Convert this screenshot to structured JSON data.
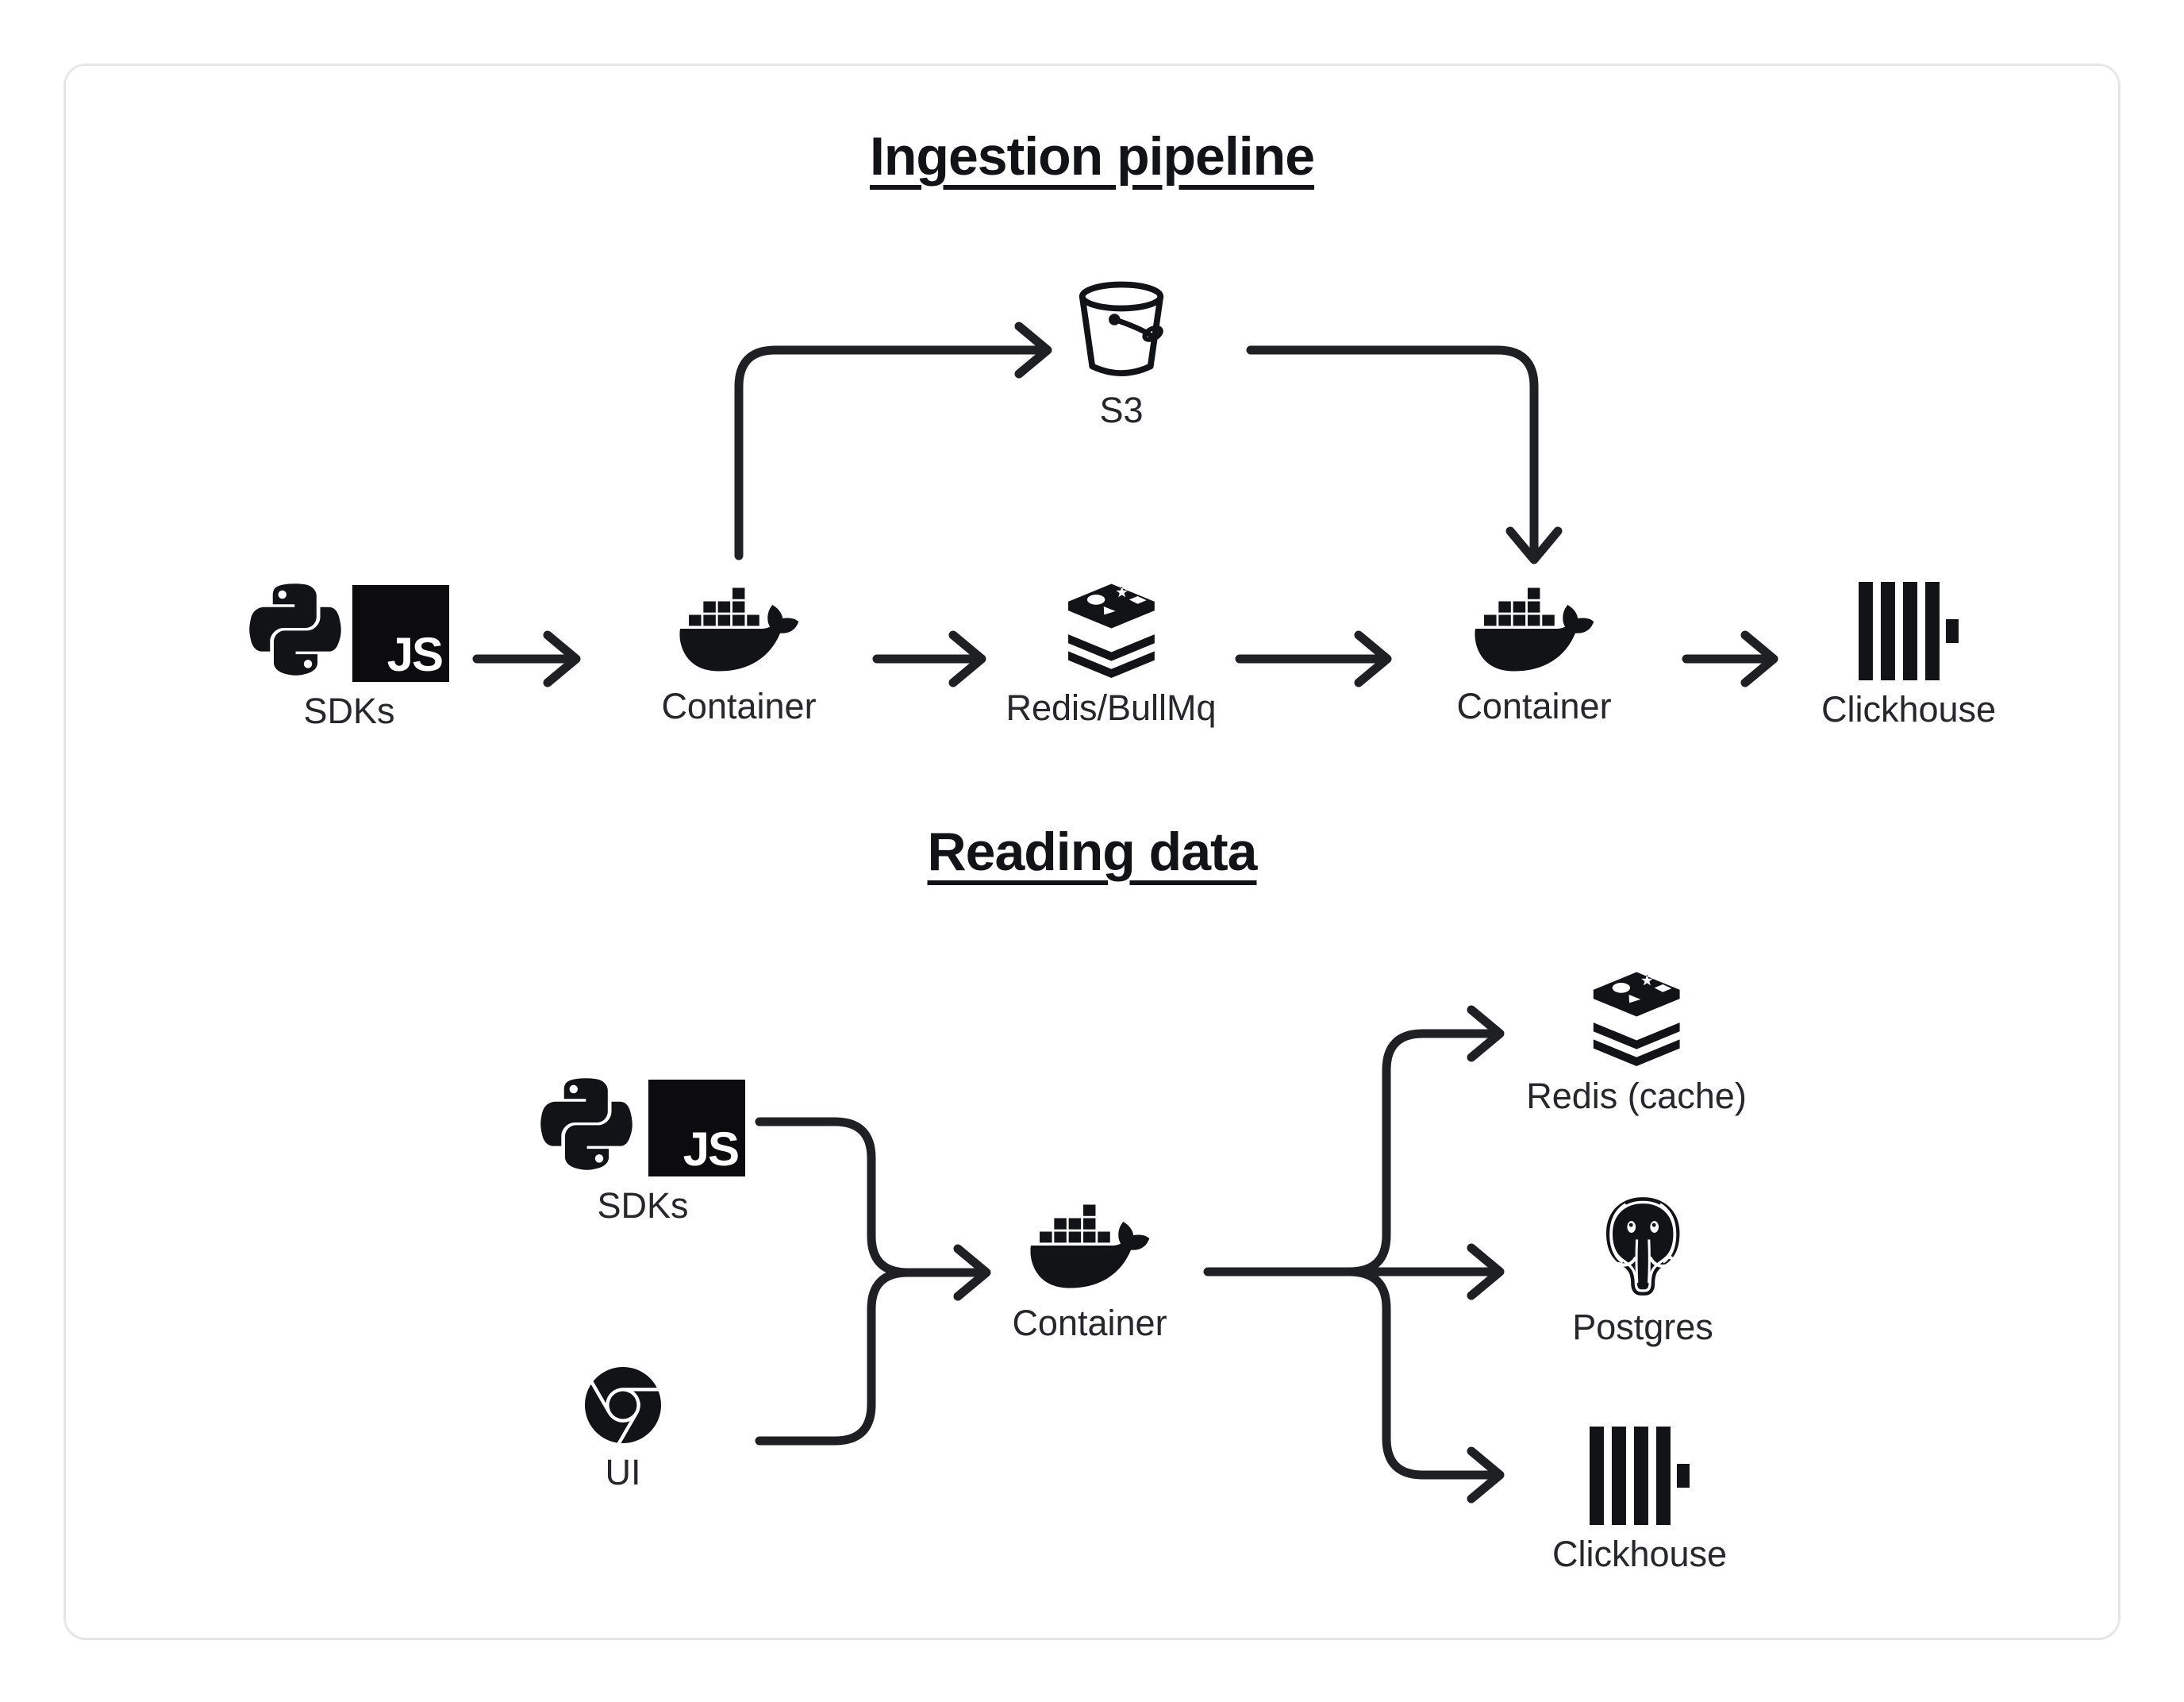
{
  "theme": {
    "page_bg": "#ffffff",
    "card_bg": "#ffffff",
    "card_border": "#e6e6e8",
    "ink": "#1f2023",
    "label_color": "#26272b"
  },
  "badges": {
    "javascript": "JS"
  },
  "sections": [
    {
      "title": "Ingestion pipeline",
      "nodes": [
        {
          "id": "s3",
          "label": "S3",
          "icon": "s3-bucket-icon"
        },
        {
          "id": "sdks",
          "label": "SDKs",
          "icons": [
            "python-icon",
            "javascript-icon"
          ]
        },
        {
          "id": "container-ingest",
          "label": "Container",
          "icon": "docker-icon"
        },
        {
          "id": "redis-queue",
          "label": "Redis/BullMq",
          "icon": "redis-icon"
        },
        {
          "id": "container-worker",
          "label": "Container",
          "icon": "docker-icon"
        },
        {
          "id": "clickhouse",
          "label": "Clickhouse",
          "icon": "clickhouse-icon"
        }
      ],
      "edges": [
        {
          "from": "SDKs",
          "to": "Container"
        },
        {
          "from": "Container",
          "to": "S3"
        },
        {
          "from": "Container",
          "to": "Redis/BullMq"
        },
        {
          "from": "S3",
          "to": "Container"
        },
        {
          "from": "Redis/BullMq",
          "to": "Container"
        },
        {
          "from": "Container",
          "to": "Clickhouse"
        }
      ]
    },
    {
      "title": "Reading data",
      "nodes": [
        {
          "id": "sdks",
          "label": "SDKs",
          "icons": [
            "python-icon",
            "javascript-icon"
          ]
        },
        {
          "id": "ui",
          "label": "UI",
          "icon": "chrome-icon"
        },
        {
          "id": "container",
          "label": "Container",
          "icon": "docker-icon"
        },
        {
          "id": "redis-cache",
          "label": "Redis (cache)",
          "icon": "redis-icon"
        },
        {
          "id": "postgres",
          "label": "Postgres",
          "icon": "postgres-icon"
        },
        {
          "id": "clickhouse",
          "label": "Clickhouse",
          "icon": "clickhouse-icon"
        }
      ],
      "edges": [
        {
          "from": "SDKs",
          "to": "Container"
        },
        {
          "from": "UI",
          "to": "Container"
        },
        {
          "from": "Container",
          "to": "Redis (cache)"
        },
        {
          "from": "Container",
          "to": "Postgres"
        },
        {
          "from": "Container",
          "to": "Clickhouse"
        }
      ]
    }
  ]
}
